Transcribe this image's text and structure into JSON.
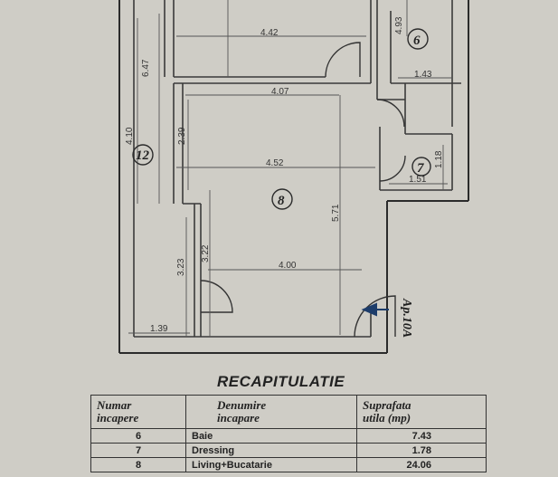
{
  "plan": {
    "dimensions": [
      "4.42",
      "6.47",
      "4.93",
      "4.07",
      "1.43",
      "4.10",
      "2.39",
      "4.52",
      "1.18",
      "1.51",
      "5.71",
      "3.22",
      "3.23",
      "4.00",
      "1.39"
    ],
    "room_labels": [
      "6",
      "7",
      "8",
      "12"
    ],
    "apartment_label": "Ap.10A"
  },
  "recap": {
    "title": "RECAPITULATIE",
    "headers": {
      "col1": [
        "Numar",
        "incapere"
      ],
      "col2": [
        "Denumire",
        "incapare"
      ],
      "col3": [
        "Suprafata",
        "utila  (mp)"
      ]
    },
    "rows": [
      {
        "num": "6",
        "name": "Baie",
        "area": "7.43"
      },
      {
        "num": "7",
        "name": "Dressing",
        "area": "1.78"
      },
      {
        "num": "8",
        "name": "Living+Bucatarie",
        "area": "24.06"
      }
    ]
  }
}
